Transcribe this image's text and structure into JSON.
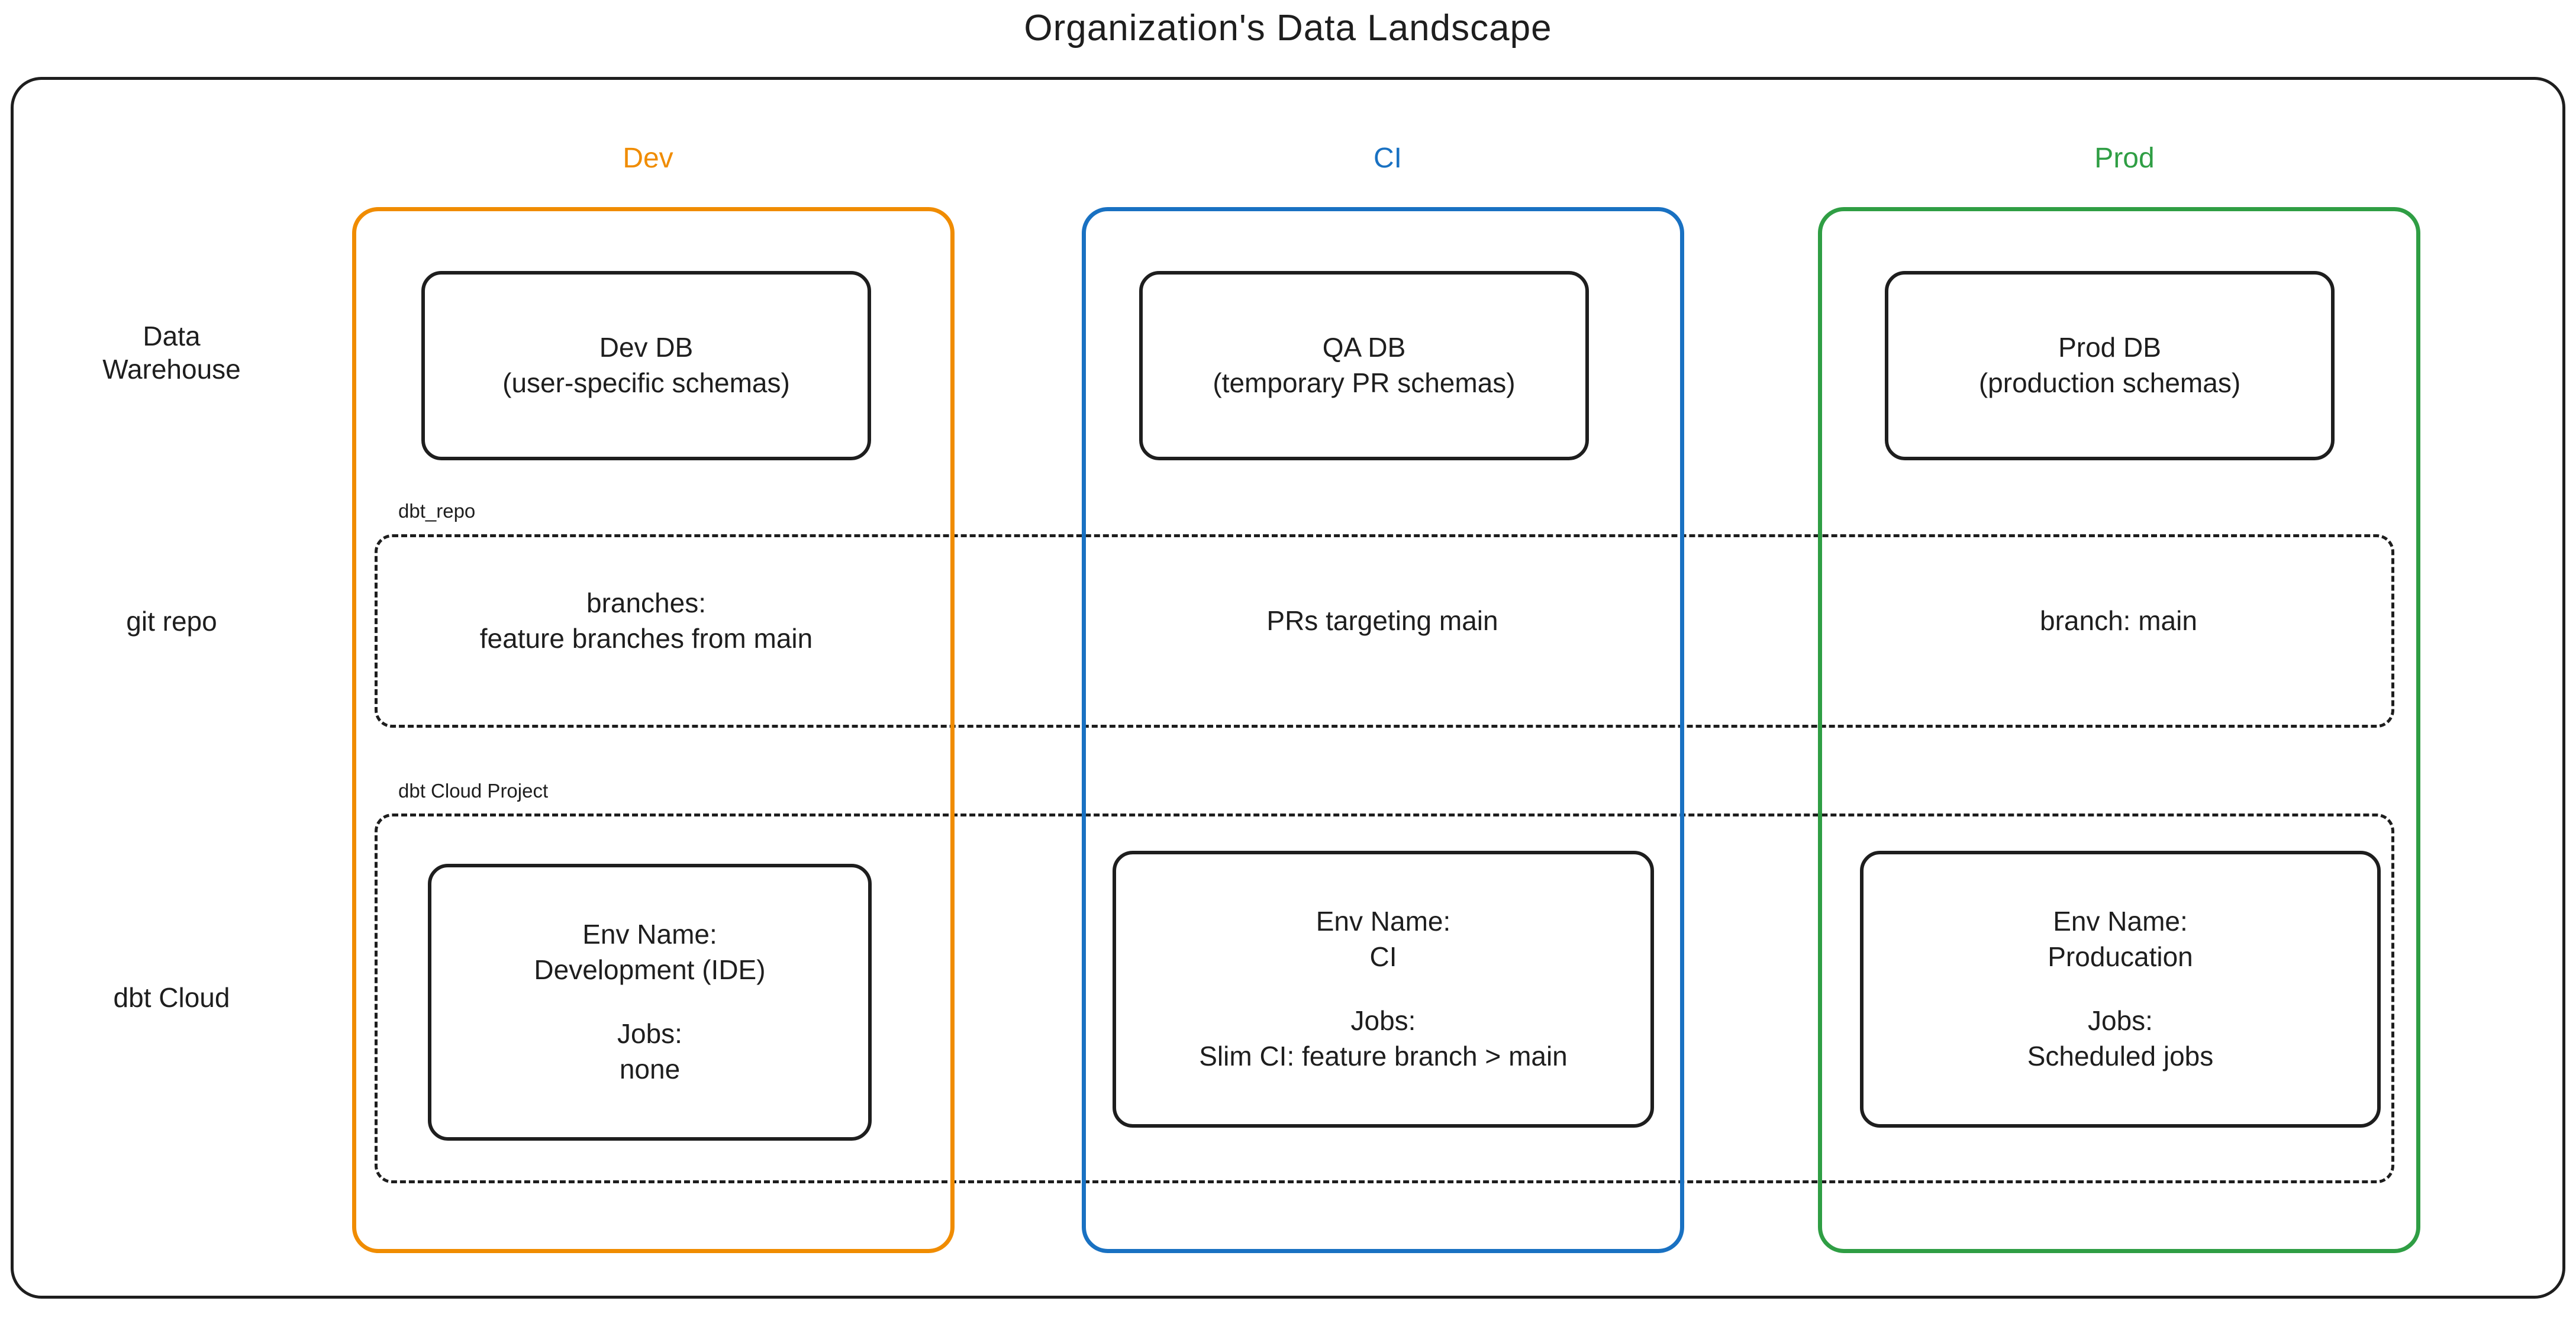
{
  "title": "Organization's Data Landscape",
  "colors": {
    "dev": "#F08C00",
    "ci": "#1971C2",
    "prod": "#2F9E44",
    "stroke": "#1e1e1e",
    "background": "#ffffff"
  },
  "row_labels": {
    "data_warehouse_line1": "Data",
    "data_warehouse_line2": "Warehouse",
    "git_repo": "git repo",
    "dbt_cloud": "dbt Cloud"
  },
  "columns": [
    {
      "key": "dev",
      "header": "Dev"
    },
    {
      "key": "ci",
      "header": "CI"
    },
    {
      "key": "prod",
      "header": "Prod"
    }
  ],
  "groups": {
    "dbt_repo": {
      "label": "dbt_repo"
    },
    "dbt_cloud_project": {
      "label": "dbt Cloud Project"
    }
  },
  "data_warehouse": {
    "dev": {
      "line1": "Dev DB",
      "line2": "(user-specific schemas)"
    },
    "ci": {
      "line1": "QA DB",
      "line2": "(temporary PR schemas)"
    },
    "prod": {
      "line1": "Prod DB",
      "line2": "(production schemas)"
    }
  },
  "git_repo": {
    "dev": {
      "line1": "branches:",
      "line2": "feature branches from main"
    },
    "ci": {
      "line1": "PRs targeting main",
      "line2": ""
    },
    "prod": {
      "line1": "branch: main",
      "line2": ""
    }
  },
  "dbt_cloud": {
    "dev": {
      "env_label": "Env Name:",
      "env_value": "Development (IDE)",
      "jobs_label": "Jobs:",
      "jobs_value": "none"
    },
    "ci": {
      "env_label": "Env Name:",
      "env_value": "CI",
      "jobs_label": "Jobs:",
      "jobs_value": "Slim CI: feature branch > main"
    },
    "prod": {
      "env_label": "Env Name:",
      "env_value": "Producation",
      "jobs_label": "Jobs:",
      "jobs_value": "Scheduled jobs"
    }
  }
}
